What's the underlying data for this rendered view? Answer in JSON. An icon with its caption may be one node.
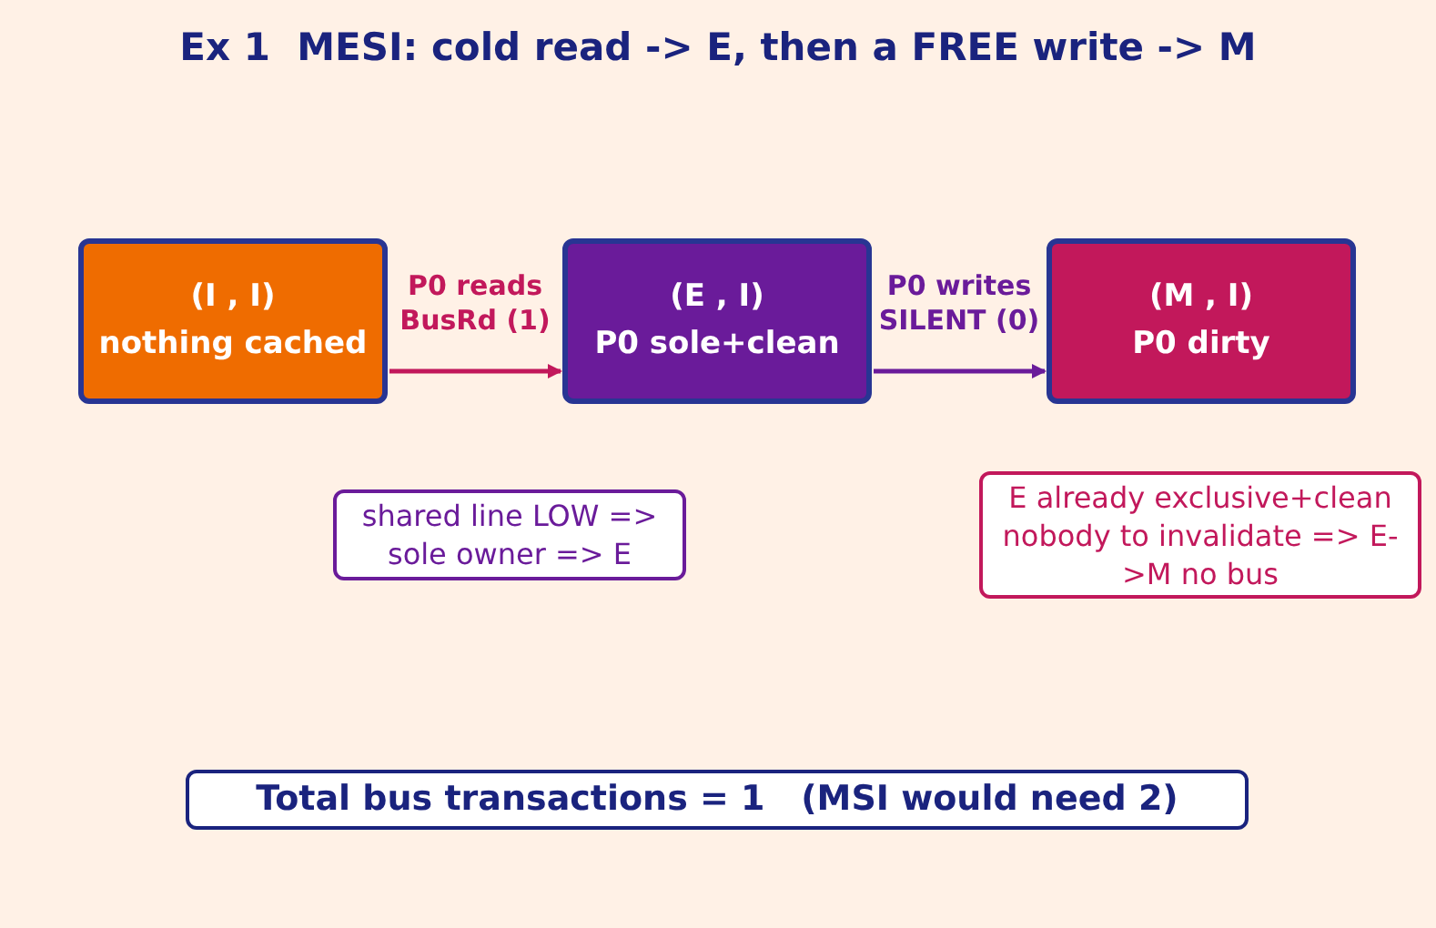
{
  "diagram": {
    "title": "Ex 1  MESI: cold read -> E, then a FREE write -> M",
    "nodes": [
      {
        "text": [
          "(I , I)",
          "nothing cached"
        ]
      },
      {
        "text": [
          "(E , I)",
          "P0 sole+clean"
        ]
      },
      {
        "text": [
          "(M , I)",
          "P0 dirty"
        ]
      },
      {
        "text": [
          "shared line LOW => sole owner => E"
        ]
      },
      {
        "text": [
          "E already exclusive+clean nobody to invalidate => E->M no bus"
        ]
      },
      {
        "text": [
          "Total bus transactions = 1   (MSI would need 2)"
        ]
      }
    ],
    "edges": [
      {
        "from": 0,
        "to": 1,
        "arrow": "to",
        "label": "P0 reads BusRd (1)",
        "color": "#c2185b"
      },
      {
        "from": 1,
        "to": 2,
        "arrow": "to",
        "label": "P0 writes SILENT (0)",
        "color": "#6a1b9a"
      }
    ]
  }
}
